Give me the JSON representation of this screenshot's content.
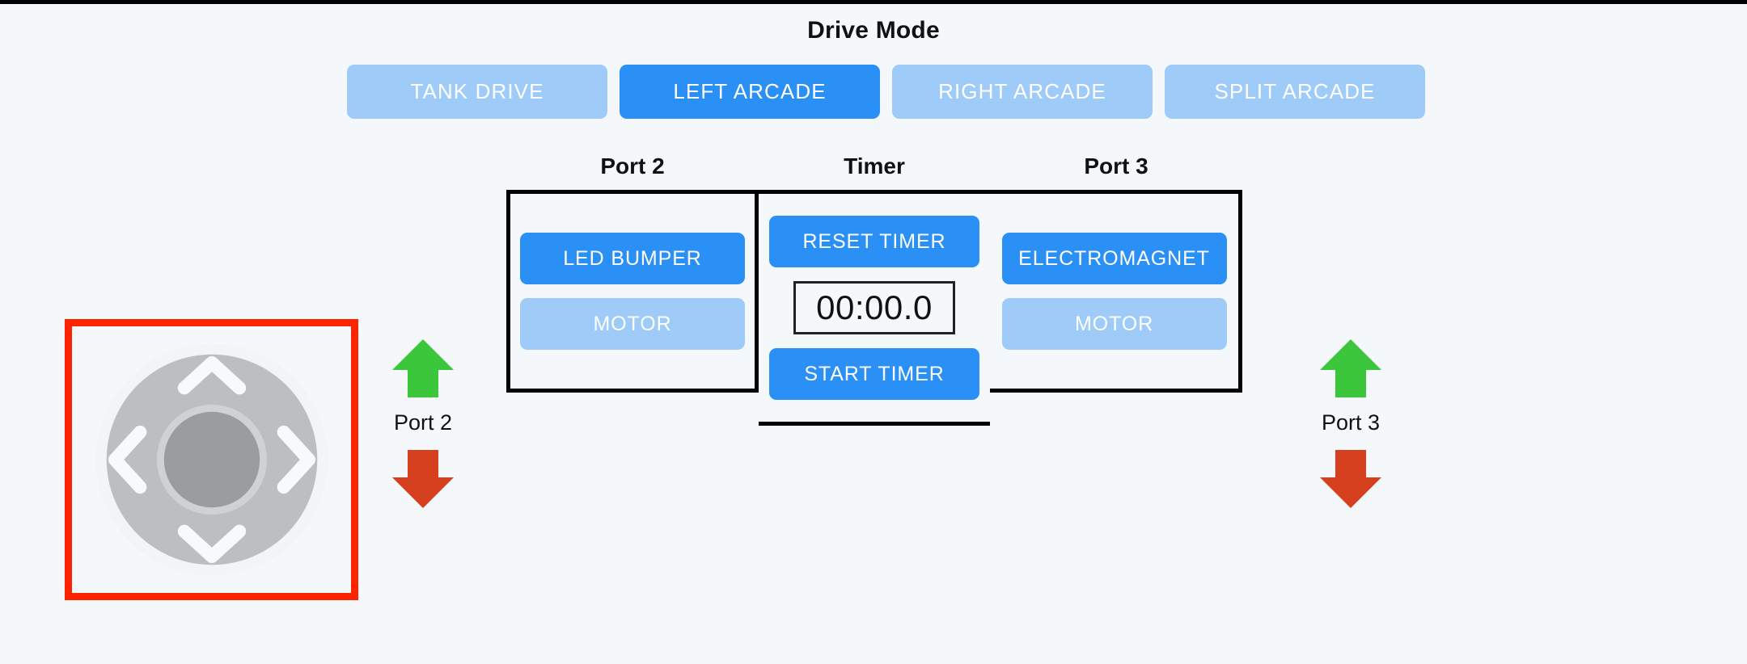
{
  "drive_mode": {
    "title": "Drive Mode",
    "modes": [
      {
        "label": "TANK DRIVE",
        "active": false
      },
      {
        "label": "LEFT ARCADE",
        "active": true
      },
      {
        "label": "RIGHT ARCADE",
        "active": false
      },
      {
        "label": "SPLIT ARCADE",
        "active": false
      }
    ]
  },
  "panel": {
    "labels": {
      "port2": "Port 2",
      "timer": "Timer",
      "port3": "Port 3"
    },
    "port2": {
      "primary_button": "LED BUMPER",
      "secondary_button": "MOTOR"
    },
    "timer": {
      "reset_button": "RESET TIMER",
      "display": "00:00.0",
      "start_button": "START TIMER"
    },
    "port3": {
      "primary_button": "ELECTROMAGNET",
      "secondary_button": "MOTOR"
    }
  },
  "dpad": {
    "up_icon": "chevron-up-icon",
    "down_icon": "chevron-down-icon",
    "left_icon": "chevron-left-icon",
    "right_icon": "chevron-right-icon",
    "center_icon": "dpad-center-icon"
  },
  "port_indicators": [
    {
      "label": "Port 2",
      "up_icon": "arrow-up-icon",
      "down_icon": "arrow-down-icon"
    },
    {
      "label": "Port 3",
      "up_icon": "arrow-up-icon",
      "down_icon": "arrow-down-icon"
    }
  ],
  "colors": {
    "accent_blue": "#2b90f5",
    "inactive_blue": "#9fcbf8",
    "background": "#f4f8fa",
    "selection_outline": "#ff2400",
    "arrow_up_green": "#3cc63c",
    "arrow_down_red": "#d6401f",
    "panel_border": "#000000",
    "dpad_ring": "#bcbfc1",
    "dpad_center": "#9a9d9f"
  }
}
